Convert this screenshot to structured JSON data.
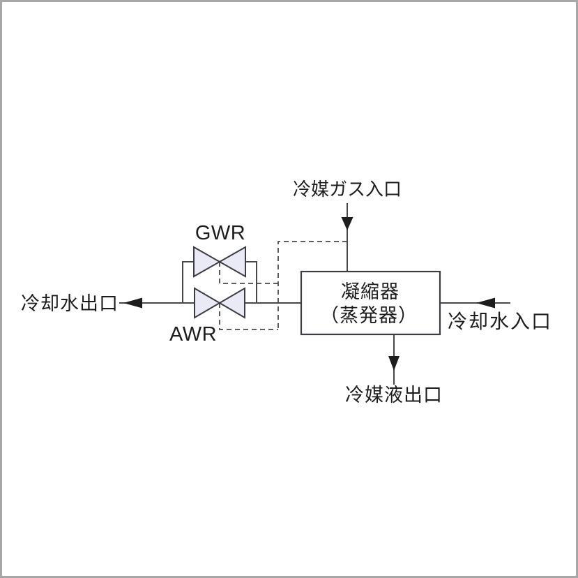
{
  "diagram": {
    "labels": {
      "refrigerant_gas_inlet": "冷媒ガス入口",
      "cooling_water_outlet": "冷却水出口",
      "cooling_water_inlet": "冷却水入口",
      "refrigerant_liquid_outlet": "冷媒液出口",
      "valve_top_tag": "GWR",
      "valve_bottom_tag": "AWR",
      "vessel_name_line1": "凝縮器",
      "vessel_name_line2": "（蒸発器）"
    },
    "colors": {
      "line": "#48484c",
      "ink": "#1d1d1d",
      "valve_fill": "#e9eaf5",
      "valve_stroke": "#3c3c42",
      "frame": "#a7a7a7",
      "background": "#ffffff"
    }
  }
}
